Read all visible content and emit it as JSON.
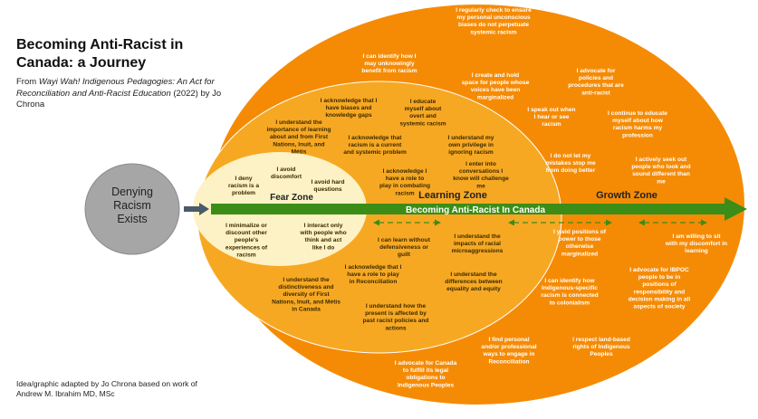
{
  "title": "Becoming Anti-Racist in Canada: a Journey",
  "source": {
    "prefix": "From ",
    "book_title": "Wayi Wah! Indigenous Pedagogies: An Act for Reconciliation and Anti-Racist Education",
    "suffix": " (2022) by Jo Chrona"
  },
  "credit": "Idea/graphic adapted by Jo Chrona based on work of Andrew M. Ibrahim MD, MSc",
  "denying": "Denying Racism Exists",
  "arrow_label": "Becoming Anti-Racist  In Canada",
  "zones": {
    "fear": "Fear Zone",
    "learning": "Learning Zone",
    "growth": "Growth Zone"
  },
  "colors": {
    "growth": "#f58b05",
    "learning": "#f7a823",
    "fear": "#fdf2c5",
    "arrow": "#3b8d17",
    "denying": "#a6a6a6",
    "label_dark": "#3a2a00",
    "label_light": "#ffffff"
  },
  "statements": {
    "fear": [
      "I avoid discomfort",
      "I deny racism is a problem",
      "I avoid hard questions",
      "I minimalize or discount other people's experiences of racism",
      "I interact only with people who think and act like I do"
    ],
    "learning": [
      "I acknowledge that I have biases and knowledge gaps",
      "I educate myself about overt and systemic racism",
      "I understand the importance of learning about and from First Nations, Inuit, and Métis",
      "I acknowledge that racism is a current and systemic problem",
      "I understand my own privilege in ignoring racism",
      "I acknowledge I have a role to play in combating racism",
      "I enter into conversations I know will challenge me",
      "I can learn without defensiveness or guilt",
      "I understand the impacts of racial microaggressions",
      "I understand the distinctiveness and diversity of First Nations, Inuit, and Métis in Canada",
      "I acknowledge that I have a role to play in Reconciliation",
      "I understand the differences between equality and equity",
      "I understand how the present is affected by past racist policies and actions"
    ],
    "growth": [
      "I regularly check to ensure my personal unconscious biases do not perpetuate systemic racism",
      "I can identify how I may unknowingly benefit from racism",
      "I create and hold space for people whose voices have been marginalized",
      "I advocate for policies and procedures that are anti-racist",
      "I speak out when I hear or see racism",
      "I continue to educate myself about how racism harms my profession",
      "I do not let my mistakes stop me from doing better",
      "I actively seek out people who look and sound different than me",
      "I yield positions of power to those otherwise marginalized",
      "I am willing to sit with my discomfort in learning",
      "I advocate for IBPOC people to be in positions of responsibility and decision making in all aspects of society",
      "I can identify how Indigenous-specific racism is connected to colonialism",
      "I respect land-based rights of Indigenous Peoples",
      "I find personal and/or professional ways to engage in Reconciliation",
      "I advocate for Canada to fulfill its legal obligations to Indigenous Peoples"
    ]
  }
}
